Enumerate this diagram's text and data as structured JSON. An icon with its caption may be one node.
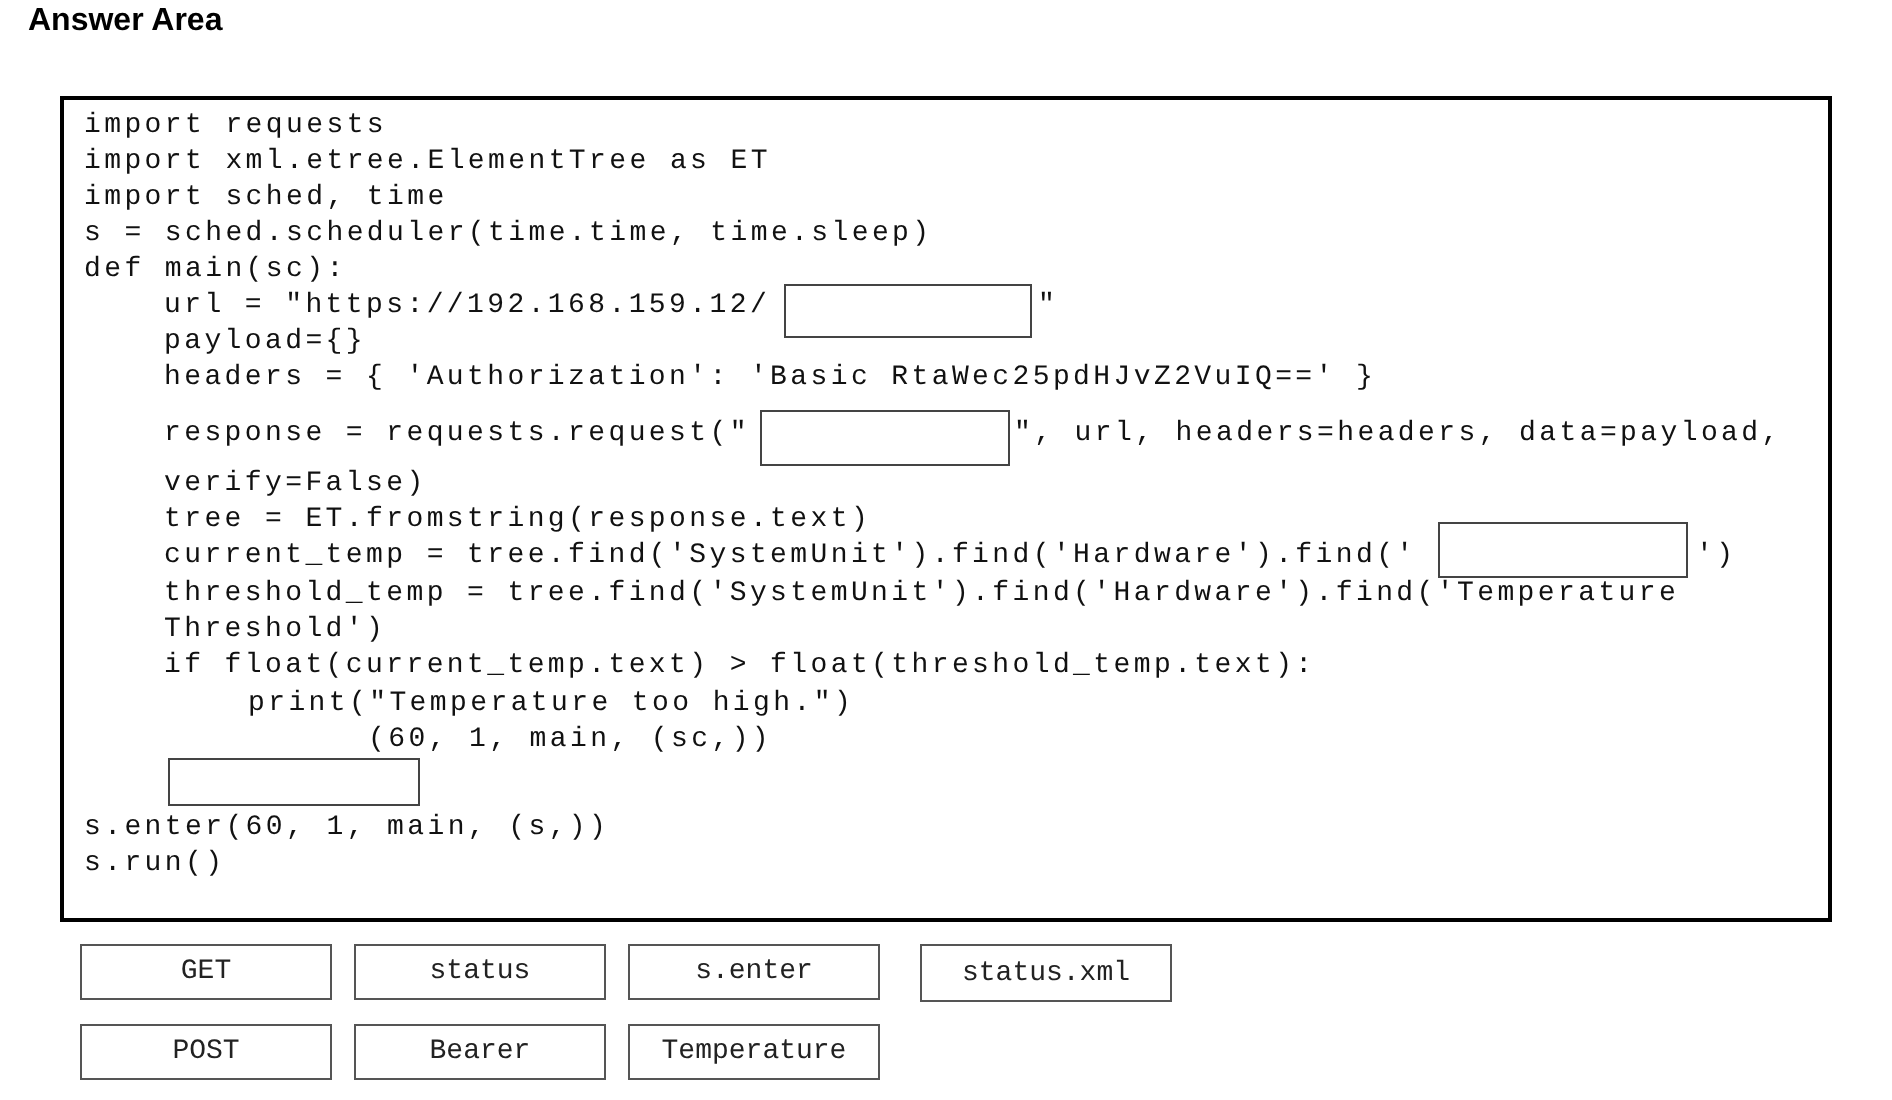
{
  "diagram": {
    "title": "Answer Area",
    "nodes": [
      {
        "text": [
          "import requests",
          "import xml.etree.ElementTree as ET",
          "import sched, time",
          "s = sched.scheduler(time.time, time.sleep)",
          "def main(sc):",
          "url = \"https://192.168.159.12/",
          "\"",
          "payload={}",
          "headers = { 'Authorization': 'Basic RtaWec25pdHJvZ2VuIQ==' }",
          "response = requests.request(\"",
          "\", url, headers=headers, data=payload,",
          "verify=False)",
          "tree = ET.fromstring(response.text)",
          "current_temp = tree.find('SystemUnit').find('Hardware').find('",
          "')",
          "threshold_temp = tree.find('SystemUnit').find('Hardware').find('Temperature",
          "Threshold')",
          "if float(current_temp.text) > float(threshold_temp.text):",
          "print(\"Temperature too high.\")",
          "(60, 1, main, (sc,))",
          "s.enter(60, 1, main, (s,))",
          "s.run()"
        ]
      },
      {
        "text": [],
        "shape": "box",
        "in": 0
      },
      {
        "text": [],
        "shape": "box",
        "in": 0
      },
      {
        "text": [],
        "shape": "box",
        "in": 0
      },
      {
        "text": [],
        "shape": "box",
        "in": 0
      },
      {
        "text": [
          "GET"
        ]
      },
      {
        "text": [
          "status"
        ]
      },
      {
        "text": [
          "s.enter"
        ]
      },
      {
        "text": [
          "status.xml"
        ]
      },
      {
        "text": [
          "POST"
        ]
      },
      {
        "text": [
          "Bearer"
        ]
      },
      {
        "text": [
          "Temperature"
        ]
      }
    ]
  }
}
